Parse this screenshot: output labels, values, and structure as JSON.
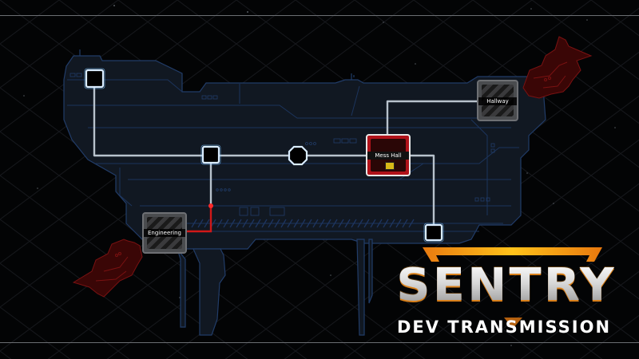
{
  "scene": {
    "title": "Sentry",
    "subtitle": "DEV TRANSMISSION",
    "colors": {
      "background": "#030405",
      "grid": "#1a1c20",
      "hull_fill": "#111823",
      "hull_line": "#1f3a66",
      "corridor": "#b8c4d0",
      "node_glow": "#8fd0ff",
      "alert_red": "#d81818",
      "enemy_red": "#6a0d0d",
      "logo_orange": "#f5a818",
      "logo_silver": "#d8d8d8"
    }
  },
  "map": {
    "rooms": [
      {
        "id": "engineering",
        "label": "Engineering",
        "state": "neutral"
      },
      {
        "id": "mess-hall",
        "label": "Mess Hall",
        "state": "alert",
        "icon": "hazard-icon"
      },
      {
        "id": "hallway",
        "label": "Hallway",
        "state": "neutral"
      }
    ],
    "nodes": [
      {
        "id": "node-top-left",
        "shape": "square"
      },
      {
        "id": "node-center-left",
        "shape": "square"
      },
      {
        "id": "node-center",
        "shape": "octagon"
      },
      {
        "id": "node-bottom-right",
        "shape": "square"
      }
    ],
    "enemies": [
      {
        "id": "enemy-ship-top-right"
      },
      {
        "id": "enemy-ship-bottom-left"
      }
    ]
  }
}
